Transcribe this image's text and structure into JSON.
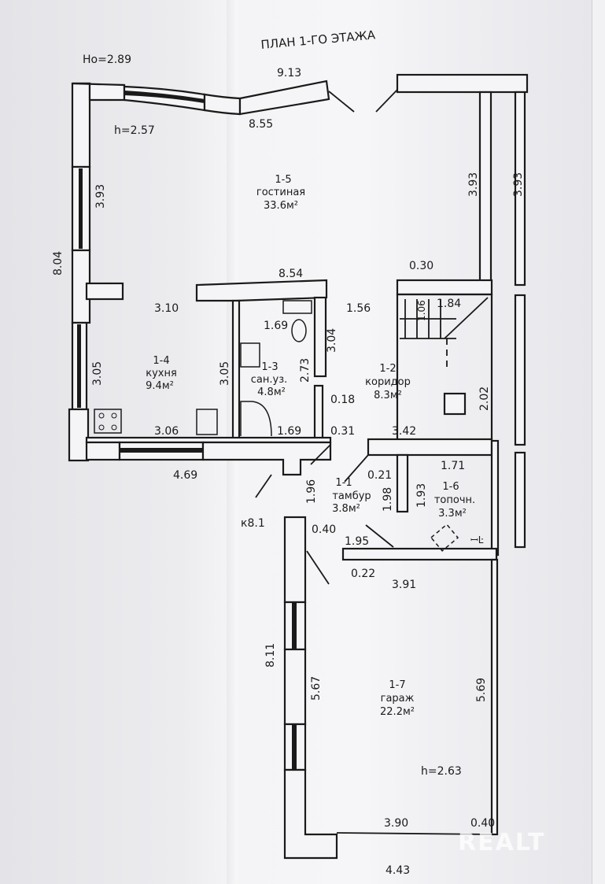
{
  "title": "ПЛАН 1-ГО ЭТАЖА",
  "heights": {
    "total": "Но=2.89",
    "ground": "h=2.57",
    "garage": "h=2.63"
  },
  "rooms": [
    {
      "id": "1-5",
      "name": "гостиная",
      "area": "33.6м²"
    },
    {
      "id": "1-4",
      "name": "кухня",
      "area": "9.4м²"
    },
    {
      "id": "1-3",
      "name": "сан.уз.",
      "area": "4.8м²"
    },
    {
      "id": "1-2",
      "name": "коридор",
      "area": "8.3м²"
    },
    {
      "id": "1-1",
      "name": "тамбур",
      "area": "3.8м²"
    },
    {
      "id": "1-6",
      "name": "топочн.",
      "area": "3.3м²"
    },
    {
      "id": "1-7",
      "name": "гараж",
      "area": "22.2м²"
    }
  ],
  "dimensions": {
    "d913": "9.13",
    "d855": "8.55",
    "d393a": "3.93",
    "d393b": "3.93",
    "d393c": "3.93",
    "d804": "8.04",
    "d854": "8.54",
    "d030": "0.30",
    "d310": "3.10",
    "d156": "1.56",
    "d106": "1.06",
    "d184": "1.84",
    "d169a": "1.69",
    "d304": "3.04",
    "d305a": "3.05",
    "d305b": "3.05",
    "d273": "2.73",
    "d018": "0.18",
    "d202": "2.02",
    "d306": "3.06",
    "d169b": "1.69",
    "d031": "0.31",
    "d342": "3.42",
    "d469": "4.69",
    "d171": "1.71",
    "d021": "0.21",
    "d196": "1.96",
    "d198": "1.98",
    "d193": "1.93",
    "d040a": "0.40",
    "d195": "1.95",
    "d022": "0.22",
    "d391": "3.91",
    "d811": "8.11",
    "d567": "5.67",
    "d569": "5.69",
    "d390": "3.90",
    "d040b": "0.40",
    "d443": "4.43"
  },
  "stair_mark": "к8.1",
  "watermark": "REALT"
}
